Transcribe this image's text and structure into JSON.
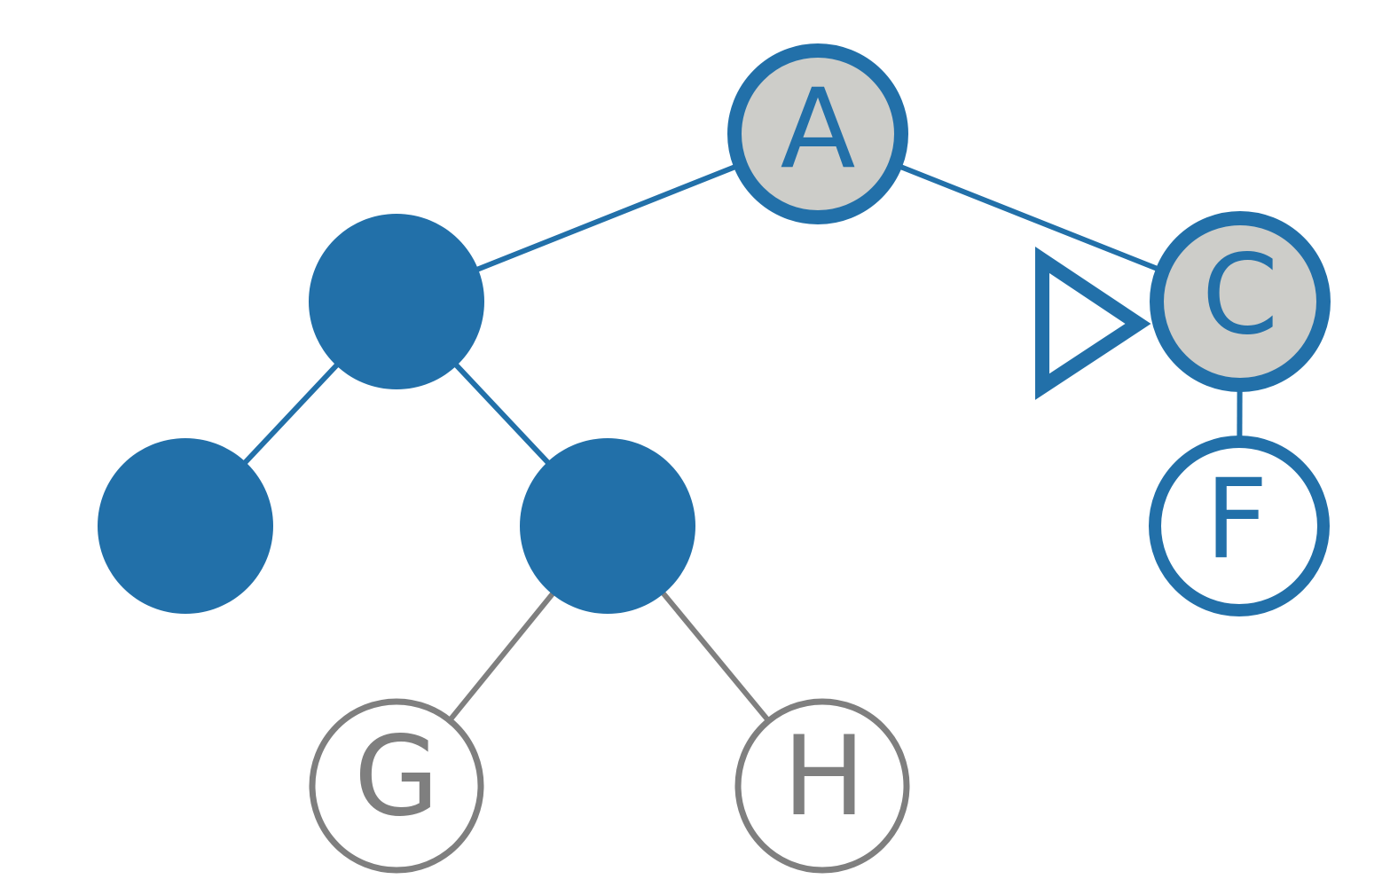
{
  "colors": {
    "blue": "#2270a9",
    "gray": "#7f7f7f",
    "highlight_fill": "#cdcdc9",
    "white": "#ffffff"
  },
  "nodes": {
    "a": {
      "label": "A",
      "state": "highlighted"
    },
    "b": {
      "label": "",
      "state": "filled"
    },
    "c": {
      "label": "C",
      "state": "highlighted"
    },
    "d": {
      "label": "",
      "state": "filled"
    },
    "e": {
      "label": "",
      "state": "filled"
    },
    "f": {
      "label": "F",
      "state": "outlined-blue"
    },
    "g": {
      "label": "G",
      "state": "outlined-gray"
    },
    "h": {
      "label": "H",
      "state": "outlined-gray"
    }
  },
  "edges": [
    {
      "from": "a",
      "to": "b",
      "color": "blue"
    },
    {
      "from": "a",
      "to": "c",
      "color": "blue"
    },
    {
      "from": "b",
      "to": "d",
      "color": "blue"
    },
    {
      "from": "b",
      "to": "e",
      "color": "blue"
    },
    {
      "from": "c",
      "to": "f",
      "color": "blue"
    },
    {
      "from": "e",
      "to": "g",
      "color": "gray"
    },
    {
      "from": "e",
      "to": "h",
      "color": "gray"
    }
  ],
  "pointer": {
    "icon": "triangle-pointer-icon",
    "target": "c"
  }
}
